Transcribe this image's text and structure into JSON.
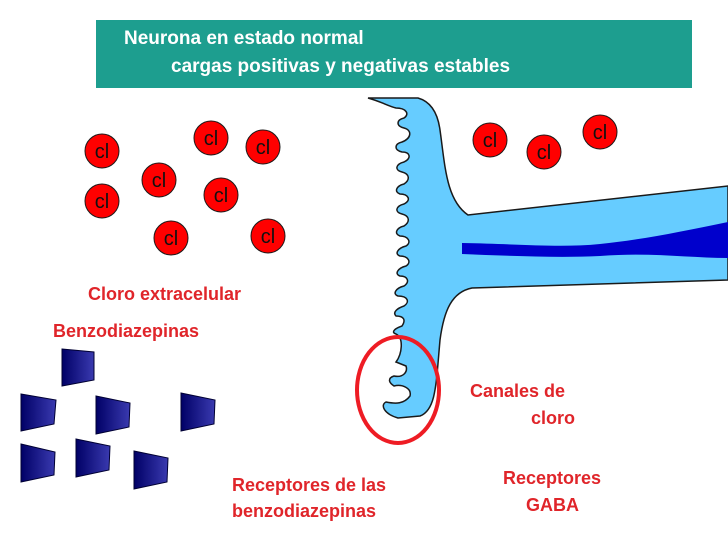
{
  "header": {
    "line1": "Neurona en estado normal",
    "line2": "cargas positivas y negativas estables"
  },
  "ion_label": "cl",
  "labels": {
    "extracellular_chloride": "Cloro extracelular",
    "benzodiazepines": "Benzodiazepinas",
    "chloride_channels_1": "Canales de",
    "chloride_channels_2": "cloro",
    "bzd_receptors_1": "Receptores de las",
    "bzd_receptors_2": "benzodiazepinas",
    "gaba_receptors_1": "Receptores",
    "gaba_receptors_2": "GABA"
  },
  "colors": {
    "banner": "#1d9e8f",
    "ion_fill": "#ff0000",
    "neuron_fill": "#66ccff",
    "axon_core": "#0000cc",
    "benzodiazepine_fill": "#000080",
    "label_text": "#e0252a"
  }
}
